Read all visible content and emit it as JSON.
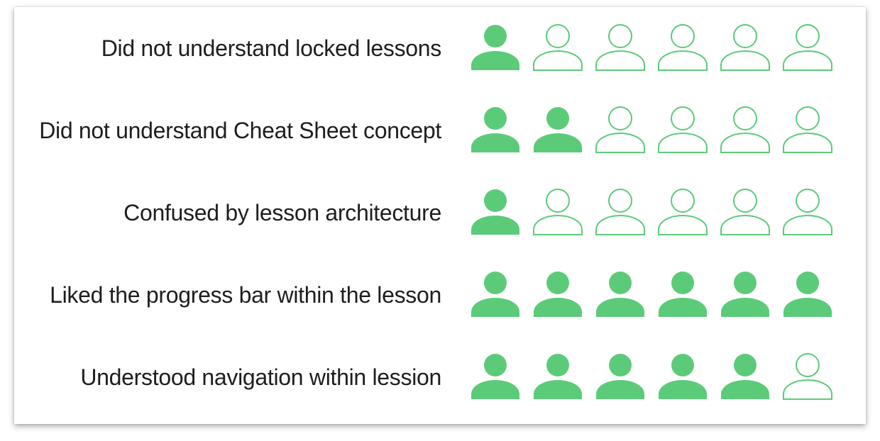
{
  "chart_data": {
    "type": "table",
    "total_participants": 6,
    "accent_color": "#5ccb79",
    "icon": "person-icon",
    "rows": [
      {
        "label": "Did not understand locked lessons",
        "count": 1
      },
      {
        "label": "Did not understand Cheat Sheet concept",
        "count": 2
      },
      {
        "label": "Confused by lesson architecture",
        "count": 1
      },
      {
        "label": "Liked the progress bar within the lesson",
        "count": 6
      },
      {
        "label": "Understood navigation within lession",
        "count": 5
      }
    ]
  }
}
